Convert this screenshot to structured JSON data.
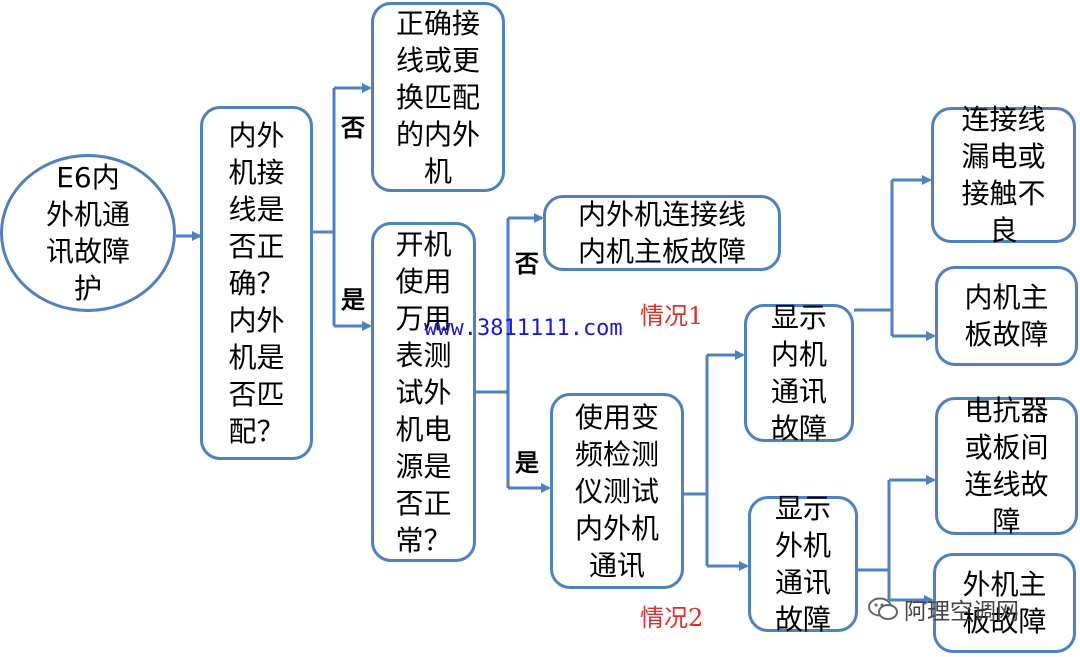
{
  "nodes": {
    "start": "E6内\n外机通\n讯故障\n护",
    "q_wiring": "内外\n机接\n线是\n否正\n确？\n内外\n机是\n否匹\n配？",
    "fix_wiring": "正确接\n线或更\n换匹配\n的内外\n机",
    "check_power": "开机\n使用\n万用\n表测\n试外\n机电\n源是\n否正\n常？",
    "fault_line_board": "内外机连接线\n内机主板故障",
    "inverter_test": "使用变\n频检测\n仪测试\n内外机\n通讯",
    "indoor_comm": "显示\n内机\n通讯\n故障",
    "outdoor_comm": "显示\n外机\n通讯\n故障",
    "leak_contact": "连接线\n漏电或\n接触不\n良",
    "indoor_board": "内机主\n板故障",
    "reactor_fault": "电抗器\n或板间\n连线故\n障",
    "outdoor_board": "外机主\n板故障"
  },
  "labels": {
    "no1": "否",
    "yes1": "是",
    "no2": "否",
    "yes2": "是"
  },
  "cases": {
    "case1": "情况1",
    "case2": "情况2"
  },
  "watermark": "www.3811111.com",
  "brand": "阿理空调网",
  "colors": {
    "stroke": "#4f81bd",
    "case": "#d9302a",
    "watermark": "#1a1ad4"
  }
}
